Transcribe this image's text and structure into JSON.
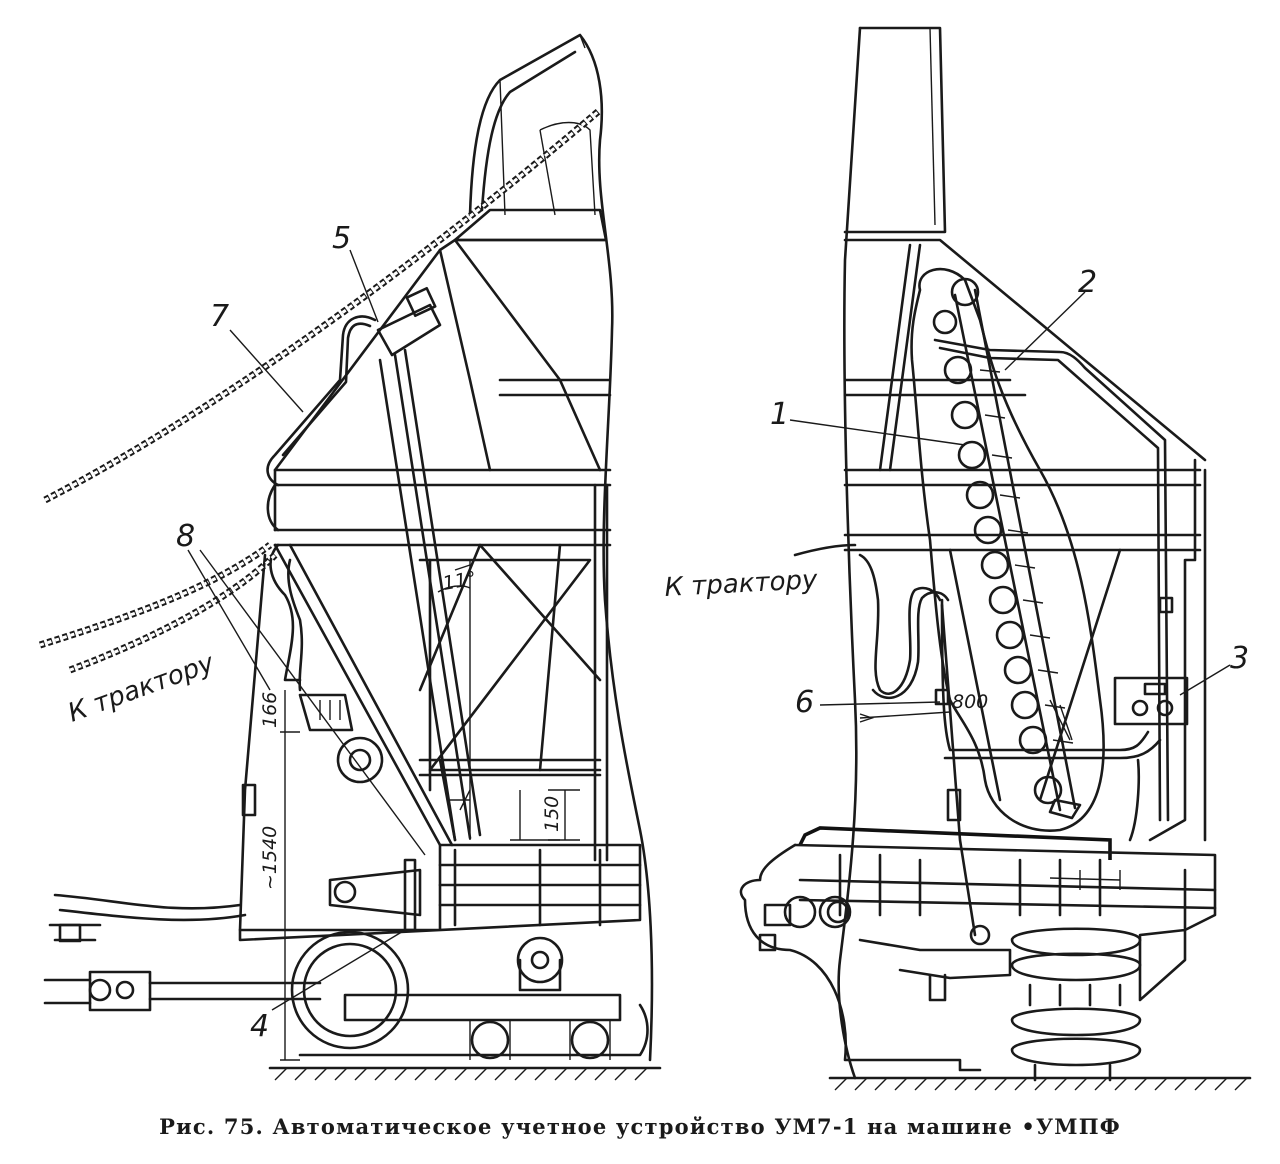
{
  "caption": "Рис. 75. Автоматическое учетное устройство УМ7-1 на машине •УМПФ",
  "callouts": {
    "c1": "1",
    "c2": "2",
    "c3": "3",
    "c4": "4",
    "c5": "5",
    "c6": "6",
    "c7": "7",
    "c8": "8"
  },
  "annotations": {
    "to_tractor_left": "К трактору",
    "to_tractor_right": "К трактору",
    "angle": "11°",
    "dim_166": "166",
    "dim_1540": "~1540",
    "dim_150": "150",
    "dim_800": "800"
  }
}
